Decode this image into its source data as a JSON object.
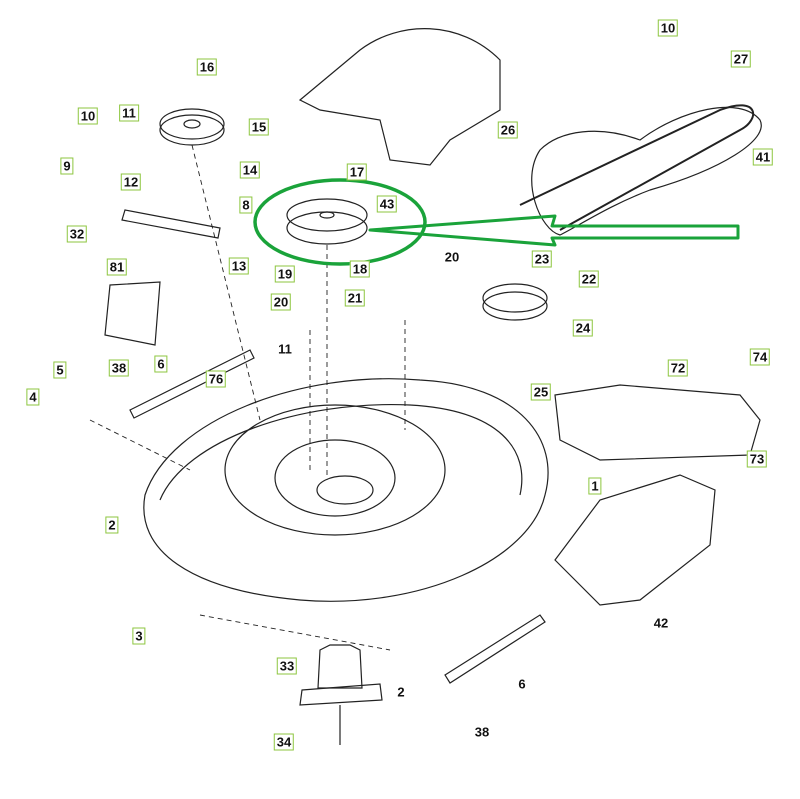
{
  "diagram": {
    "type": "exploded parts diagram - mower deck",
    "highlight_color": "#1aa33a",
    "callout_border_color": "#8dc63f",
    "highlighted_part": "43",
    "callouts": [
      {
        "id": "c16",
        "text": "16",
        "boxed": true
      },
      {
        "id": "c10a",
        "text": "10",
        "boxed": true
      },
      {
        "id": "c11a",
        "text": "11",
        "boxed": true
      },
      {
        "id": "c15",
        "text": "15",
        "boxed": true
      },
      {
        "id": "c9",
        "text": "9",
        "boxed": true
      },
      {
        "id": "c14",
        "text": "14",
        "boxed": true
      },
      {
        "id": "c12",
        "text": "12",
        "boxed": true
      },
      {
        "id": "c8",
        "text": "8",
        "boxed": true
      },
      {
        "id": "c32",
        "text": "32",
        "boxed": true
      },
      {
        "id": "c13",
        "text": "13",
        "boxed": true
      },
      {
        "id": "c81",
        "text": "81",
        "boxed": true
      },
      {
        "id": "c17",
        "text": "17",
        "boxed": true
      },
      {
        "id": "c43",
        "text": "43",
        "boxed": true
      },
      {
        "id": "c19",
        "text": "19",
        "boxed": true
      },
      {
        "id": "c18",
        "text": "18",
        "boxed": true
      },
      {
        "id": "c20a",
        "text": "20",
        "boxed": false
      },
      {
        "id": "c21",
        "text": "21",
        "boxed": true
      },
      {
        "id": "c23",
        "text": "23",
        "boxed": true
      },
      {
        "id": "c22",
        "text": "22",
        "boxed": true
      },
      {
        "id": "c24",
        "text": "24",
        "boxed": true
      },
      {
        "id": "c25",
        "text": "25",
        "boxed": true
      },
      {
        "id": "c26",
        "text": "26",
        "boxed": true
      },
      {
        "id": "c27",
        "text": "27",
        "boxed": true
      },
      {
        "id": "c41",
        "text": "41",
        "boxed": true
      },
      {
        "id": "c10b",
        "text": "10",
        "boxed": true
      },
      {
        "id": "c5",
        "text": "5",
        "boxed": true
      },
      {
        "id": "c38a",
        "text": "38",
        "boxed": true
      },
      {
        "id": "c6a",
        "text": "6",
        "boxed": true
      },
      {
        "id": "c11b",
        "text": "11",
        "boxed": false
      },
      {
        "id": "c76",
        "text": "76",
        "boxed": true
      },
      {
        "id": "c4",
        "text": "4",
        "boxed": true
      },
      {
        "id": "c20b",
        "text": "20",
        "boxed": true
      },
      {
        "id": "c2a",
        "text": "2",
        "boxed": true
      },
      {
        "id": "c1",
        "text": "1",
        "boxed": true
      },
      {
        "id": "c3",
        "text": "3",
        "boxed": true
      },
      {
        "id": "c33",
        "text": "33",
        "boxed": true
      },
      {
        "id": "c2b",
        "text": "2",
        "boxed": false
      },
      {
        "id": "c34",
        "text": "34",
        "boxed": true
      },
      {
        "id": "c38b",
        "text": "38",
        "boxed": false
      },
      {
        "id": "c6b",
        "text": "6",
        "boxed": false
      },
      {
        "id": "c42",
        "text": "42",
        "boxed": false
      },
      {
        "id": "c72",
        "text": "72",
        "boxed": true
      },
      {
        "id": "c74",
        "text": "74",
        "boxed": true
      },
      {
        "id": "c73",
        "text": "73",
        "boxed": true
      }
    ]
  }
}
